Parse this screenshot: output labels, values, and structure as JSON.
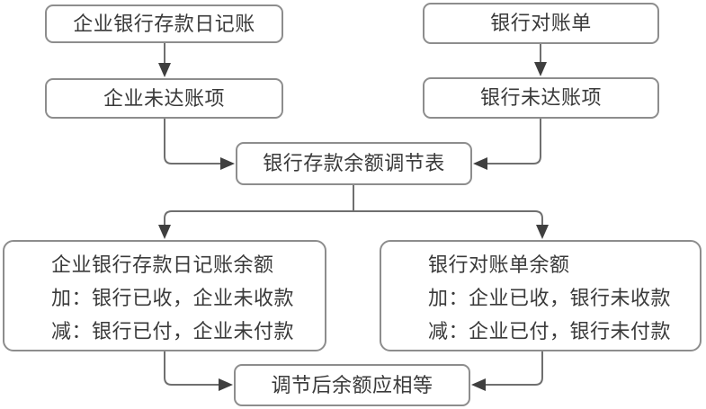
{
  "diagram": {
    "type": "flowchart",
    "nodes": {
      "journal": {
        "label": "企业银行存款日记账"
      },
      "bank_statement": {
        "label": "银行对账单"
      },
      "enterprise_outstanding": {
        "label": "企业未达账项"
      },
      "bank_outstanding": {
        "label": "银行未达账项"
      },
      "reconciliation_table": {
        "label": "银行存款余额调节表"
      },
      "journal_balance": {
        "title": "企业银行存款日记账余额",
        "add_line": "加：银行已收，企业未收款",
        "minus_line": "减：银行已付，企业未付款"
      },
      "statement_balance": {
        "title": "银行对账单余额",
        "add_line": "加：企业已收，银行未收款",
        "minus_line": "减：企业已付，银行未付款"
      },
      "adjusted_equal": {
        "label": "调节后余额应相等"
      }
    },
    "colors": {
      "background": "#ffffff",
      "box_border": "#8d8d8d",
      "connector_line": "#6f6f6f",
      "arrowhead": "#3f3f3f",
      "text": "#3a3a3a"
    }
  }
}
